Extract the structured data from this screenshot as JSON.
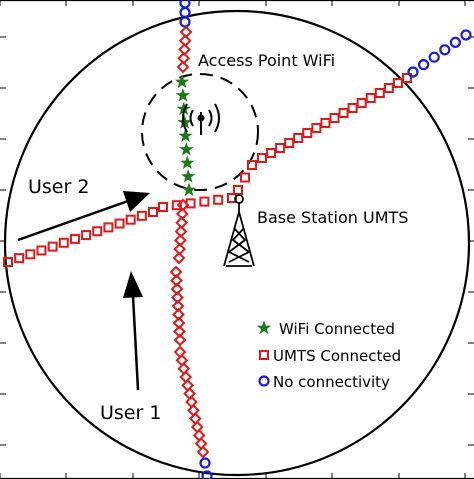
{
  "labels": {
    "access_point": "Access Point WiFi",
    "base_station": "Base Station UMTS",
    "user1": "User 1",
    "user2": "User 2"
  },
  "legend": {
    "wifi": "WiFi Connected",
    "umts": "UMTS Connected",
    "none": "No connectivity"
  },
  "colors": {
    "wifi": "#1a7a1a",
    "umts": "#e01818",
    "none": "#1a1ae0",
    "line": "#000000",
    "grid": "#000000"
  },
  "icons": {
    "access_point": "wifi-antenna-icon",
    "base_station": "cell-tower-icon"
  }
}
